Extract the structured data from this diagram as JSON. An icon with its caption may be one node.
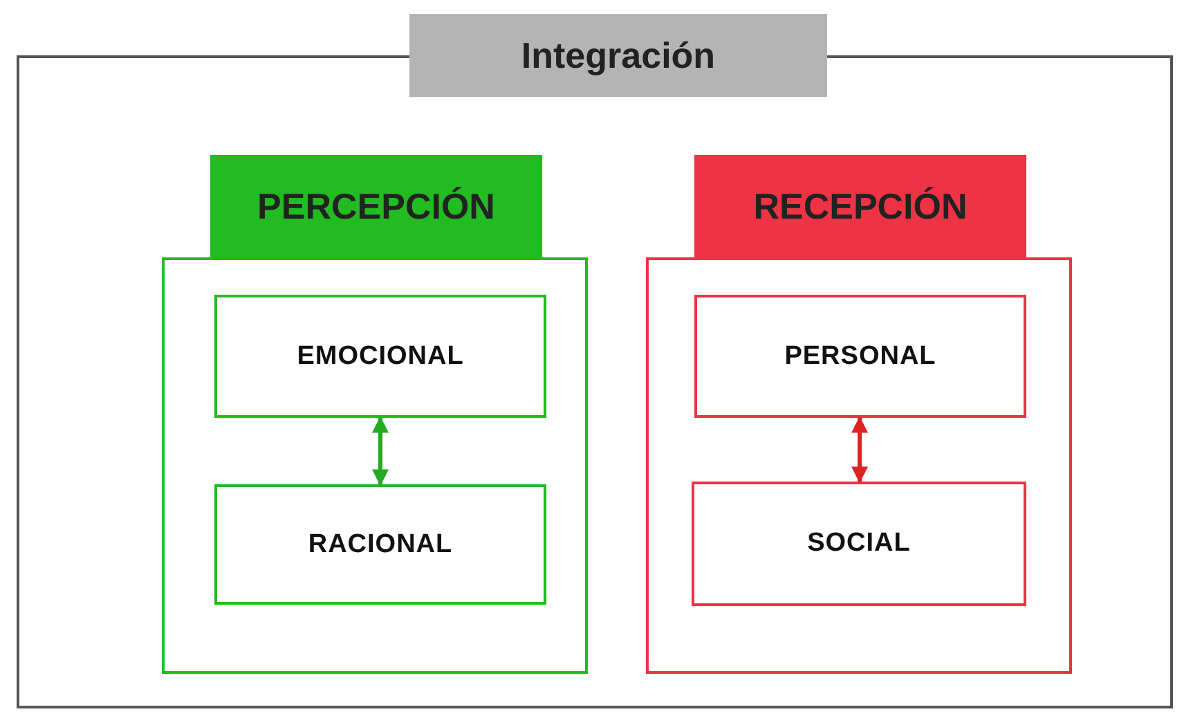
{
  "diagram": {
    "nodes": [
      {
        "text": [
          "Integración"
        ]
      },
      {
        "text": [
          "PERCEPCIÓN"
        ],
        "in": 0
      },
      {
        "text": [
          "EMOCIONAL"
        ],
        "in": 1
      },
      {
        "text": [
          "RACIONAL"
        ],
        "in": 1
      },
      {
        "text": [
          "RECEPCIÓN"
        ],
        "in": 0
      },
      {
        "text": [
          "PERSONAL"
        ],
        "in": 4
      },
      {
        "text": [
          "SOCIAL"
        ],
        "in": 4
      }
    ],
    "edges": [
      {
        "from": 2,
        "to": 3,
        "arrow": "both",
        "color": "#22aa22"
      },
      {
        "from": 5,
        "to": 6,
        "arrow": "both",
        "color": "#dd2222"
      }
    ]
  }
}
